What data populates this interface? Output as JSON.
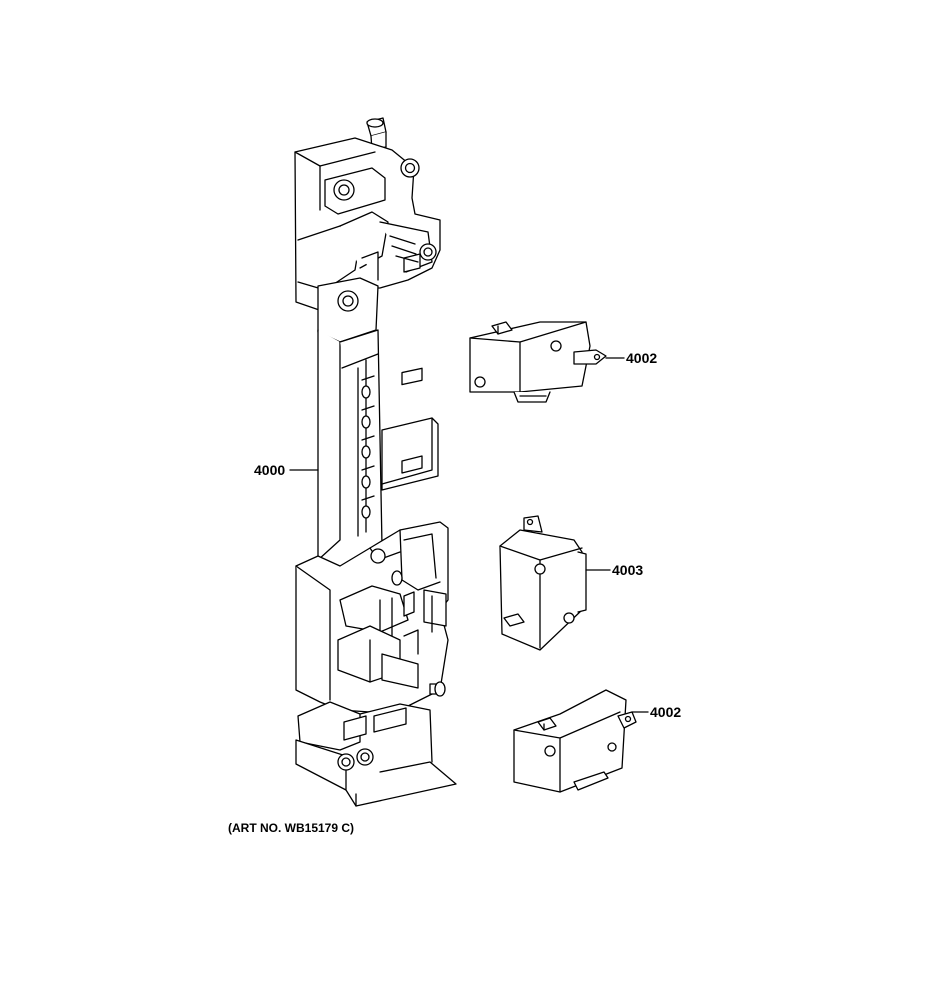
{
  "callouts": {
    "bracket": "4000",
    "switch_top": "4002",
    "switch_middle": "4003",
    "switch_bottom": "4002"
  },
  "art_number": "(ART NO. WB15179 C)",
  "colors": {
    "line": "#000000",
    "background": "#ffffff"
  }
}
